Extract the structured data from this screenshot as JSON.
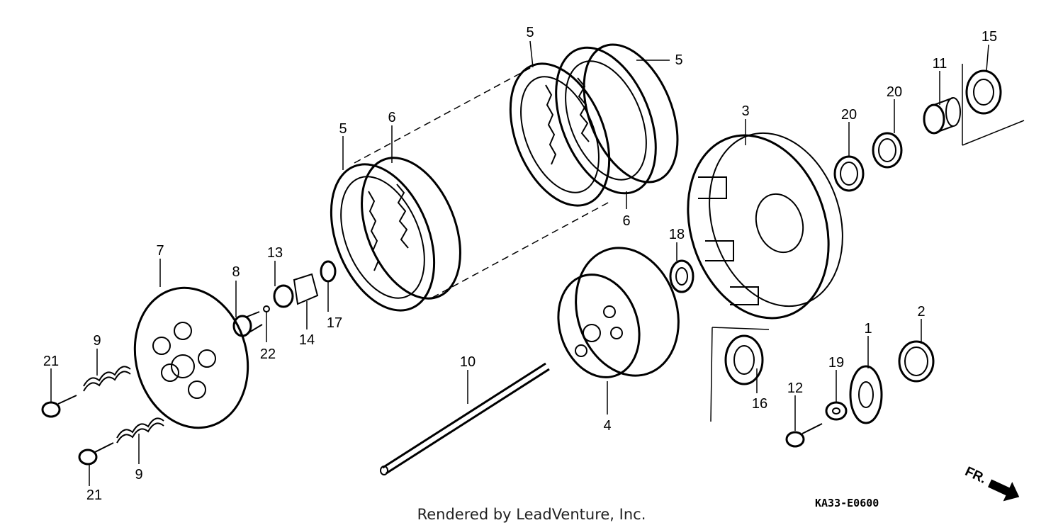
{
  "diagram": {
    "part_code": "KA33-E0600",
    "direction_label": "FR.",
    "footer": "Rendered by LeadVenture, Inc.",
    "callouts": [
      {
        "id": "c5a",
        "num": "5"
      },
      {
        "id": "c5b",
        "num": "5"
      },
      {
        "id": "c5c",
        "num": "5"
      },
      {
        "id": "c6a",
        "num": "6"
      },
      {
        "id": "c6b",
        "num": "6"
      },
      {
        "id": "c15",
        "num": "15"
      },
      {
        "id": "c11",
        "num": "11"
      },
      {
        "id": "c20a",
        "num": "20"
      },
      {
        "id": "c20b",
        "num": "20"
      },
      {
        "id": "c3",
        "num": "3"
      },
      {
        "id": "c7",
        "num": "7"
      },
      {
        "id": "c8",
        "num": "8"
      },
      {
        "id": "c13",
        "num": "13"
      },
      {
        "id": "c18",
        "num": "18"
      },
      {
        "id": "c17",
        "num": "17"
      },
      {
        "id": "c14",
        "num": "14"
      },
      {
        "id": "c22",
        "num": "22"
      },
      {
        "id": "c21a",
        "num": "21"
      },
      {
        "id": "c9a",
        "num": "9"
      },
      {
        "id": "c10",
        "num": "10"
      },
      {
        "id": "c4",
        "num": "4"
      },
      {
        "id": "c16",
        "num": "16"
      },
      {
        "id": "c1",
        "num": "1"
      },
      {
        "id": "c2",
        "num": "2"
      },
      {
        "id": "c19",
        "num": "19"
      },
      {
        "id": "c12",
        "num": "12"
      },
      {
        "id": "c9b",
        "num": "9"
      },
      {
        "id": "c21b",
        "num": "21"
      }
    ]
  }
}
